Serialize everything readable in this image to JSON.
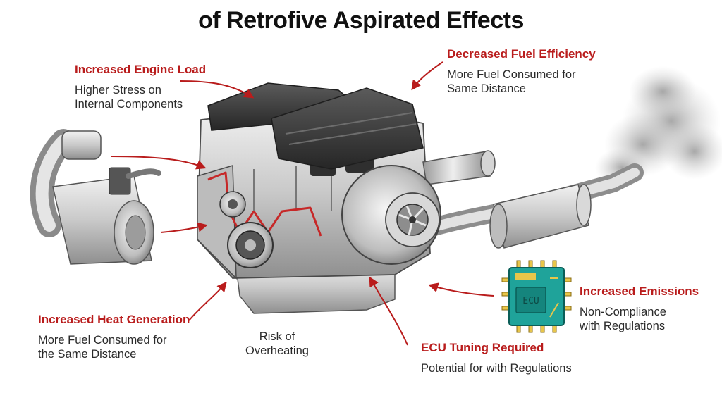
{
  "title": "of Retrofive Aspirated Effects",
  "callouts": {
    "engine_load": {
      "heading": "Increased Engine Load",
      "lines": [
        "Higher Stress on",
        "Internal Components"
      ]
    },
    "fuel_efficiency": {
      "heading": "Decreased Fuel Efficiency",
      "lines": [
        "More Fuel Consumed for",
        "Same Distance"
      ]
    },
    "heat_generation": {
      "heading": "Increased Heat Generation",
      "lines": [
        "More Fuel Consumed for",
        "the Same Distance"
      ]
    },
    "overheating": {
      "lines": [
        "Risk of",
        "Overheating"
      ]
    },
    "ecu_tuning": {
      "heading": "ECU Tuning Required",
      "lines": [
        "Potential for with Regulations"
      ]
    },
    "emissions": {
      "heading": "Increased Emissions",
      "lines": [
        "Non-Compliance",
        "with Regulations"
      ]
    }
  },
  "ecu_chip_label": "ECU",
  "colors": {
    "accent_red": "#b91c1c",
    "text": "#2a2a2a",
    "title": "#111111",
    "ecu_board": "#1fa39a",
    "ecu_pin": "#e8c64a",
    "metal": "#c7c7c7",
    "dark_metal": "#3d3d3d"
  }
}
